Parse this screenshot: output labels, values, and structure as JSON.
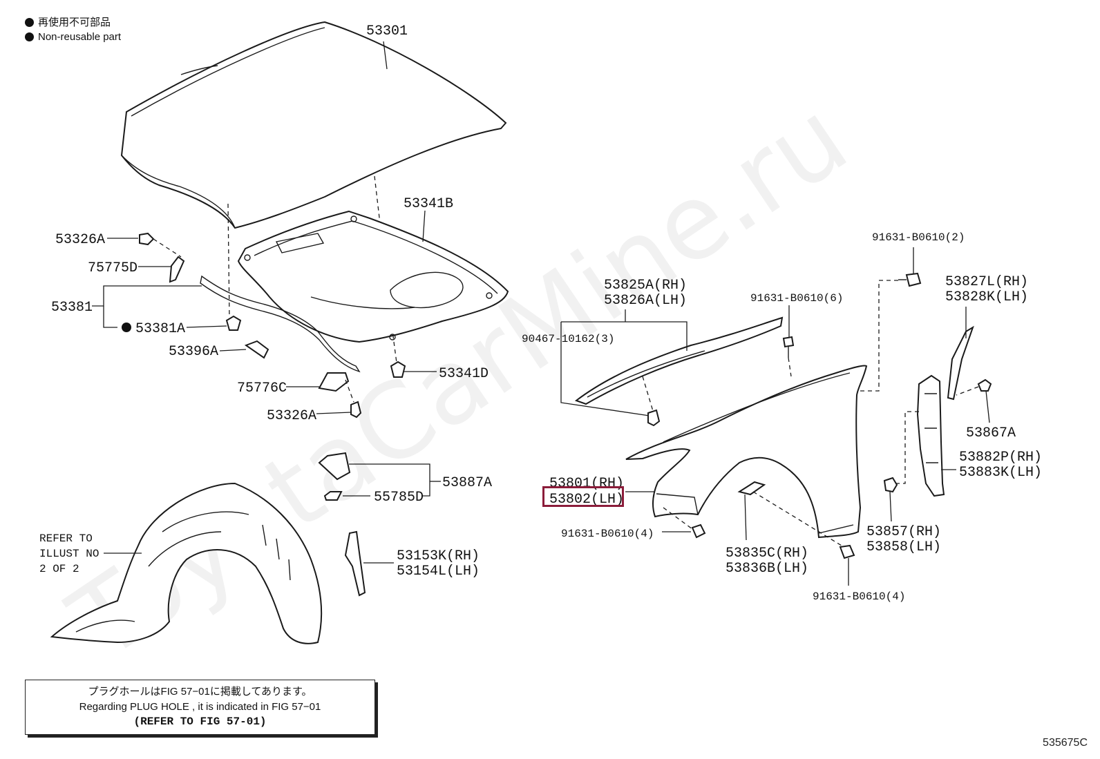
{
  "legend": {
    "jp": "再使用不可部品",
    "en": "Non-reusable part"
  },
  "watermark": "ToyotaCarMine.ru",
  "labels": {
    "p53301": "53301",
    "p53341b": "53341B",
    "p53326a_top": "53326A",
    "p75775d": "75775D",
    "p53381": "53381",
    "p53381a": "53381A",
    "p53396a": "53396A",
    "p75776c": "75776C",
    "p53326a_bot": "53326A",
    "p53341d": "53341D",
    "p53887a": "53887A",
    "p55785d": "55785D",
    "p53153k": "53153K(RH)",
    "p53154l": "53154L(LH)",
    "refer1": "REFER TO",
    "refer2": "ILLUST NO",
    "refer3": "2 OF 2",
    "p91631_2": "91631-B0610(2)",
    "p53827l": "53827L(RH)",
    "p53828k": "53828K(LH)",
    "p53825a": "53825A(RH)",
    "p53826a": "53826A(LH)",
    "p91631_6": "91631-B0610(6)",
    "p90467": "90467-10162(3)",
    "p53867a": "53867A",
    "p53882p": "53882P(RH)",
    "p53883k": "53883K(LH)",
    "p53801": "53801(RH)",
    "p53802": "53802(LH)",
    "p91631_4a": "91631-B0610(4)",
    "p53857": "53857(RH)",
    "p53858": "53858(LH)",
    "p53835c": "53835C(RH)",
    "p53836b": "53836B(LH)",
    "p91631_4b": "91631-B0610(4)"
  },
  "note": {
    "jp": "プラグホールはFIG 57−01に掲載してあります。",
    "en": "Regarding PLUG HOLE , it is indicated in FIG 57−01",
    "ref": "(REFER TO FIG 57-01)"
  },
  "figure_id": "535675C",
  "colors": {
    "highlight": "#8b1c3a",
    "line": "#1a1a1a"
  },
  "highlighted_part": "53802(LH)"
}
